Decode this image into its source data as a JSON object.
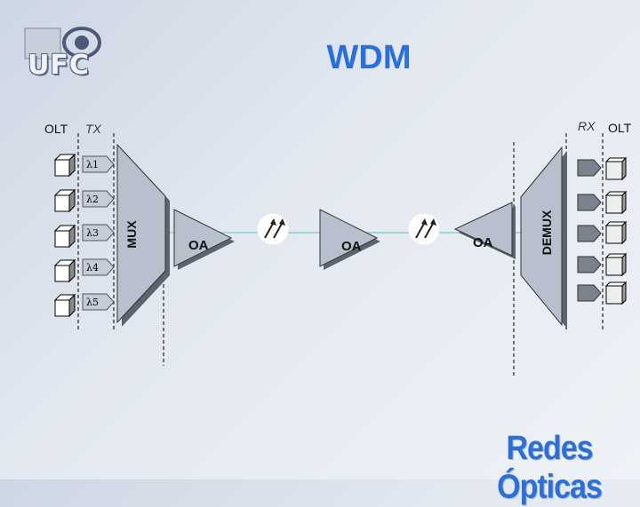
{
  "slide": {
    "title": "WDM",
    "footer": "Redes Ópticas"
  },
  "logo": {
    "text": "UFC"
  },
  "labels": {
    "olt_left": "OLT",
    "tx": "TX",
    "rx": "RX",
    "olt_right": "OLT",
    "mux": "MUX",
    "demux": "DEMUX",
    "amplifiers": [
      "OA",
      "OA",
      "OA"
    ]
  },
  "wavelengths": [
    "λ1",
    "λ2",
    "λ3",
    "λ4",
    "λ5"
  ],
  "colors": {
    "title": "#2d6fd8",
    "device_fill": "#b7c0cc",
    "device_shadow": "#5c6470",
    "fiber": "#9dd9d2"
  },
  "icons": [
    "transmitter-cube-icon",
    "receiver-cube-icon",
    "isolator-icon"
  ]
}
